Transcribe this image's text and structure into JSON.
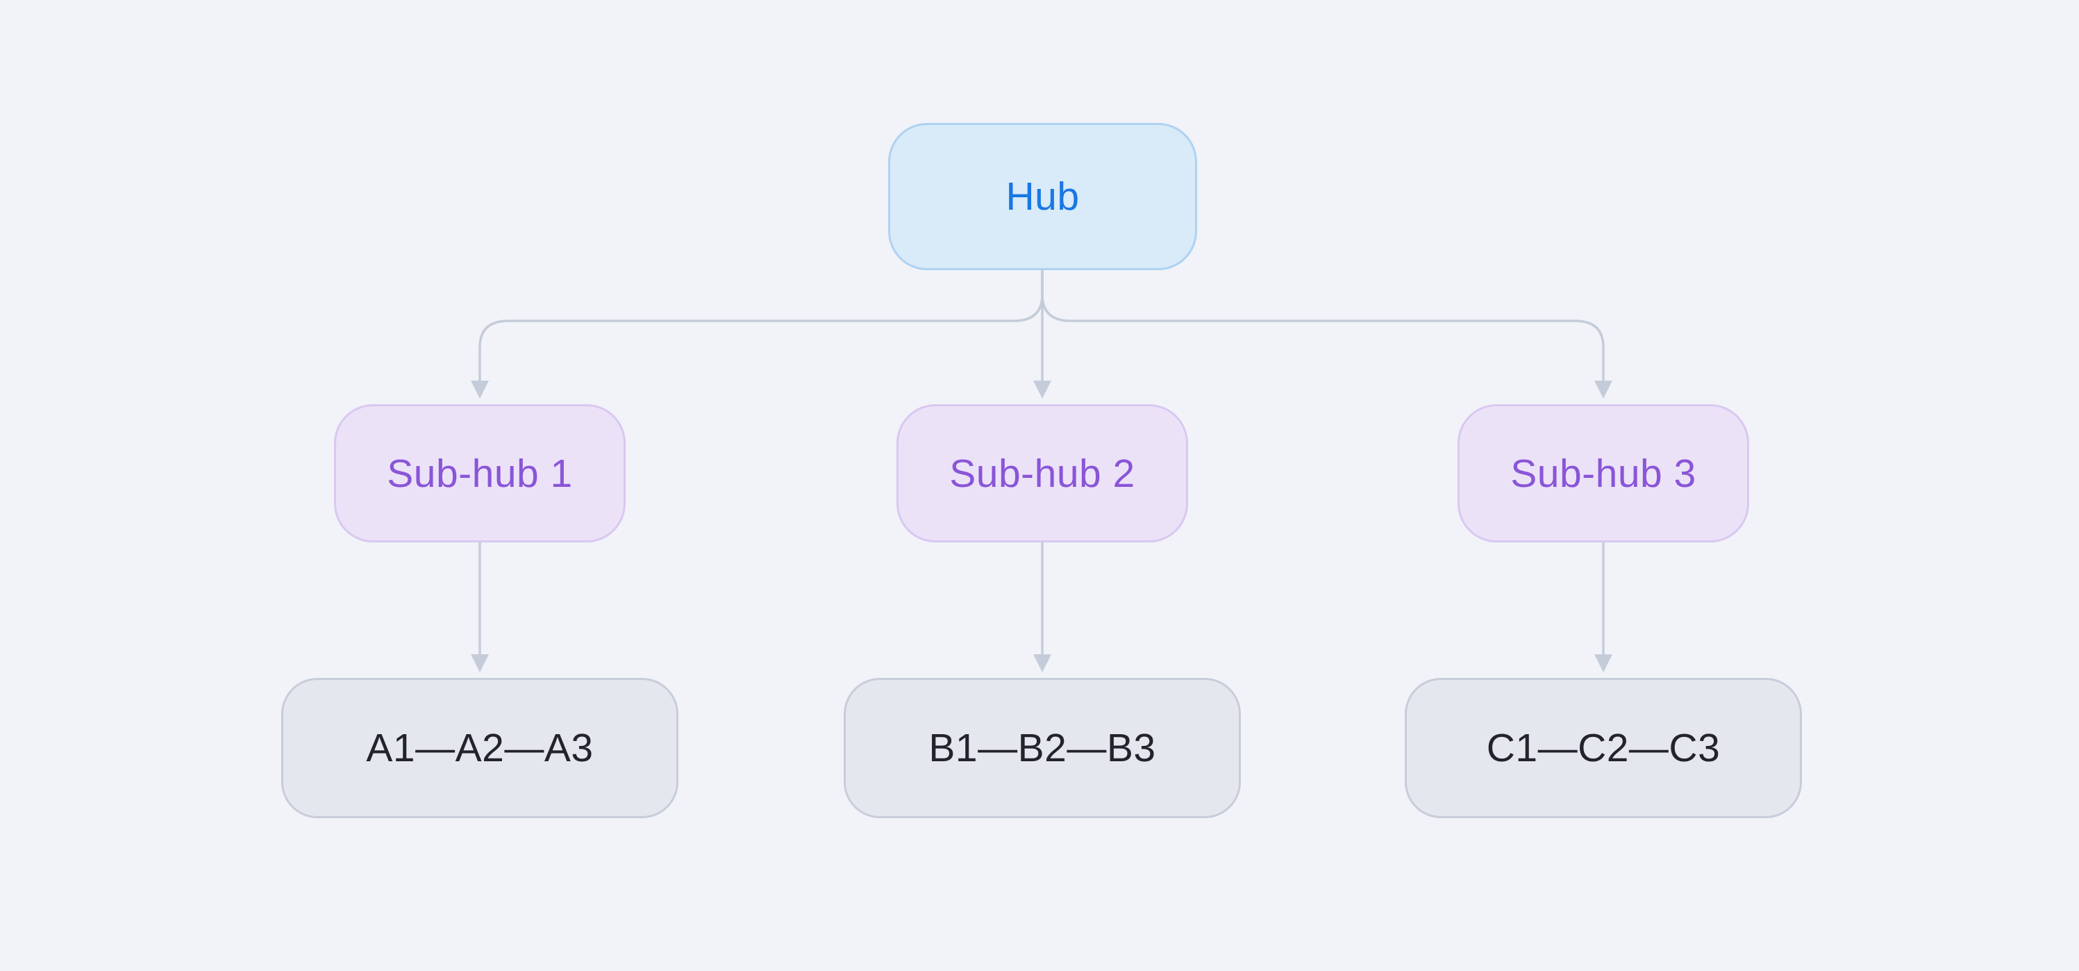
{
  "diagram": {
    "type": "tree",
    "nodes": {
      "hub": {
        "label": "Hub"
      },
      "subhub1": {
        "label": "Sub-hub 1"
      },
      "subhub2": {
        "label": "Sub-hub 2"
      },
      "subhub3": {
        "label": "Sub-hub 3"
      },
      "leaf1": {
        "label": "A1—A2—A3"
      },
      "leaf2": {
        "label": "B1—B2—B3"
      },
      "leaf3": {
        "label": "C1—C2—C3"
      }
    },
    "edges": [
      {
        "from": "hub",
        "to": "subhub1"
      },
      {
        "from": "hub",
        "to": "subhub2"
      },
      {
        "from": "hub",
        "to": "subhub3"
      },
      {
        "from": "subhub1",
        "to": "leaf1"
      },
      {
        "from": "subhub2",
        "to": "leaf2"
      },
      {
        "from": "subhub3",
        "to": "leaf3"
      }
    ],
    "colors": {
      "background": "#f1f3f8",
      "hub_fill": "#d9eaf8",
      "hub_border": "#aed2f2",
      "hub_text": "#1878e4",
      "subhub_fill": "#ebe2f8",
      "subhub_border": "#d9c8f1",
      "subhub_text": "#8a55d8",
      "leaf_fill": "#e4e7ee",
      "leaf_border": "#c7cdda",
      "leaf_text": "#23232d",
      "connector": "#c5ccd9"
    }
  }
}
